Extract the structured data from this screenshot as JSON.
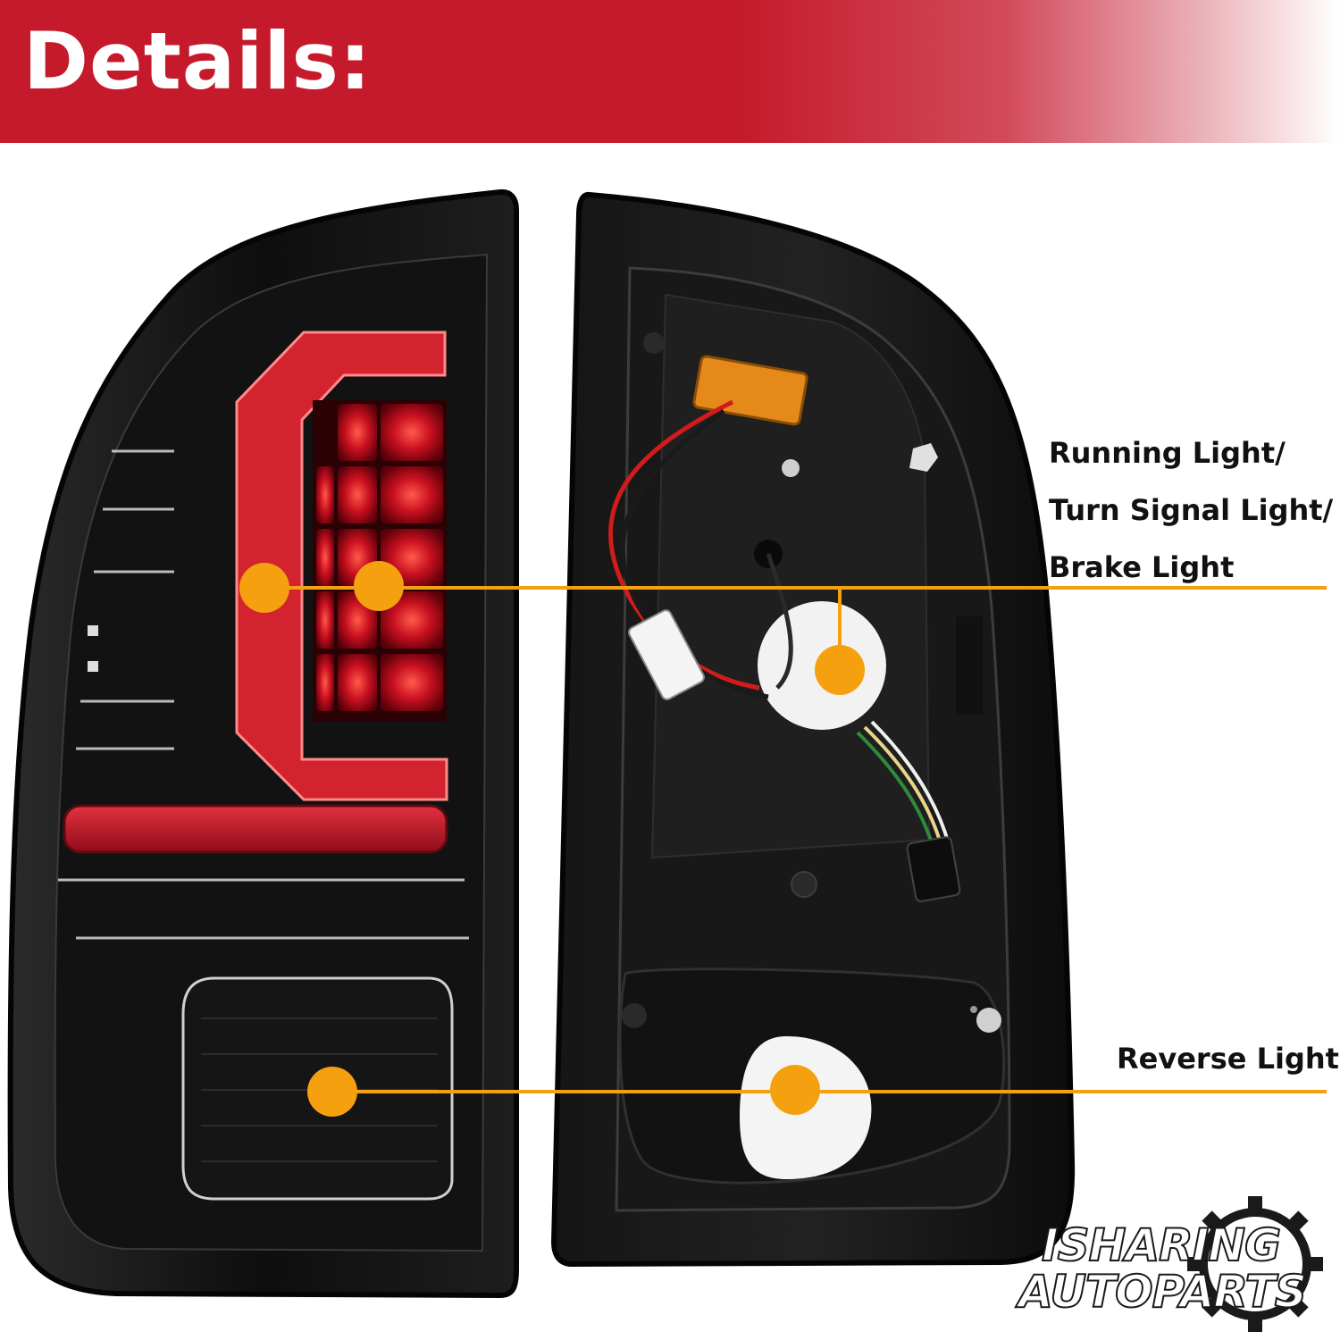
{
  "header": {
    "title": "Details:"
  },
  "callouts": [
    {
      "label": "Running Light/"
    },
    {
      "label": "Turn Signal Light/"
    },
    {
      "label": "Brake Light"
    },
    {
      "label": "Reverse Light"
    }
  ],
  "brand": {
    "line1": "ISHARING",
    "line2": "AUTOPARTS"
  },
  "colors": {
    "banner": "#c41a2b",
    "marker": "#f5a10f",
    "lens_red": "#d3232f",
    "housing": "#111111"
  }
}
